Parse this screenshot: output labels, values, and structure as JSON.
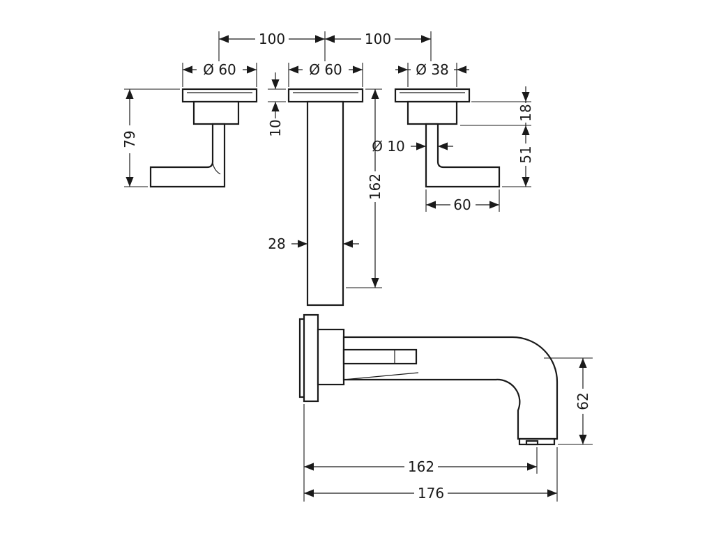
{
  "dimensions": {
    "spacing_left": "100",
    "spacing_right": "100",
    "handle_left_diameter": "Ø 60",
    "rosette_center_diameter": "Ø 60",
    "handle_right_diameter": "Ø 38",
    "handle_left_height": "79",
    "rosette_thickness": "10",
    "sleeve_length": "162",
    "sleeve_width": "28",
    "lever_diameter": "Ø 10",
    "handle_right_rosette": "18",
    "handle_right_lever_drop": "51",
    "handle_right_lever_length": "60",
    "spout_height": "62",
    "spout_projection": "162",
    "spout_total_projection": "176"
  },
  "colors": {
    "line": "#1a1a1a",
    "background": "#ffffff"
  }
}
